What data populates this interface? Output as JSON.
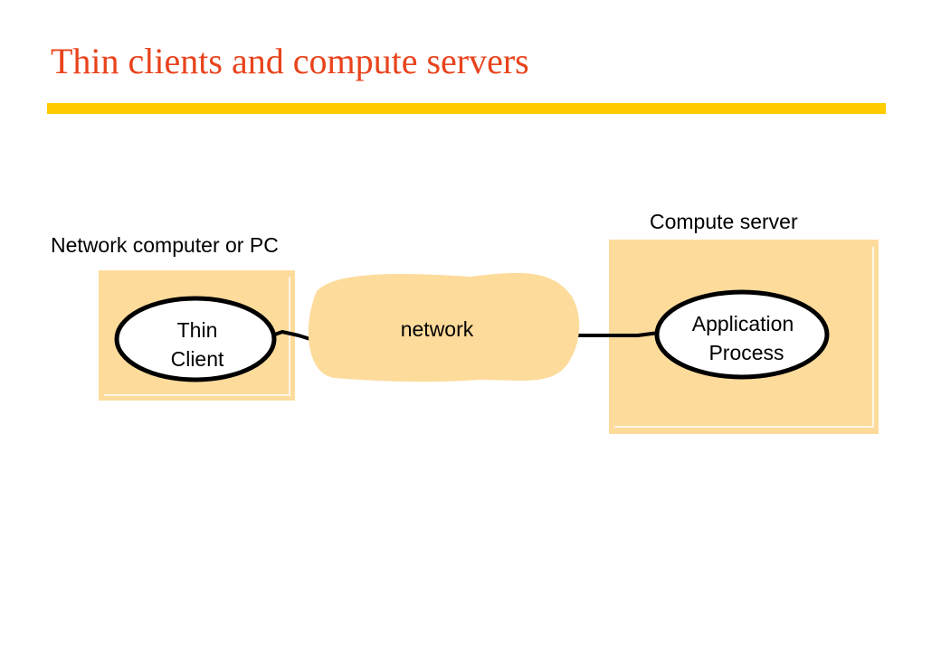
{
  "title": "Thin clients and compute servers",
  "colors": {
    "title": "#e8431c",
    "title_rule": "#ffcc00",
    "box_fill": "#fddb9b",
    "cloud_fill": "#fddb9b"
  },
  "diagram": {
    "client_box_label": "Network computer or PC",
    "server_box_label": "Compute server",
    "network_label": "network",
    "thin_client": {
      "line1": "Thin",
      "line2": "Client"
    },
    "application_process": {
      "line1": "Application",
      "line2": "Process"
    }
  }
}
